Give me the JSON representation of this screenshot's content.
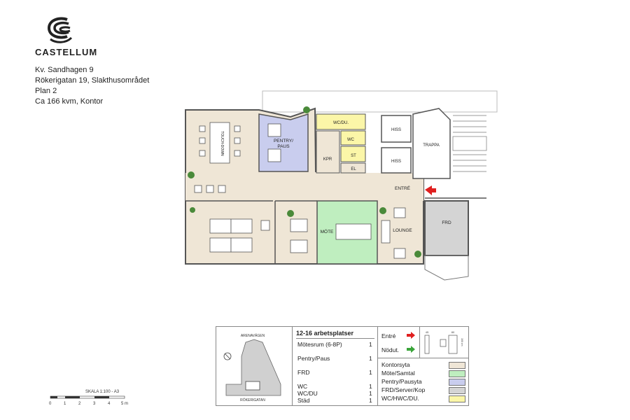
{
  "brand": {
    "name": "CASTELLUM"
  },
  "address": {
    "line1": "Kv. Sandhagen 9",
    "line2": "Rökerigatan 19, Slakthusområdet",
    "line3": "Plan 2",
    "line4": "Ca 166 kvm, Kontor"
  },
  "rooms": {
    "pentry": "PENTRY/\nPAUS",
    "pentry_l1": "PENTRY/",
    "pentry_l2": "PAUS",
    "wc_du": "WC/DU.",
    "wc": "WC",
    "st": "ST",
    "el": "EL",
    "kpr": "KPR",
    "hiss1": "HISS",
    "hiss2": "HISS",
    "trappa": "TRAPPA",
    "entre": "ENTRÉ",
    "frd": "FRD",
    "mote": "MÖTE",
    "lounge": "LOUNGE",
    "touchdown": "TOUCH-DOWN"
  },
  "colors": {
    "kontorsyta": "#efe6d6",
    "mote": "#bfeebf",
    "pentry": "#c9cdee",
    "frd": "#d4d4d4",
    "wc": "#fbf6a8",
    "entry_arrow": "#e02020",
    "exit_arrow": "#3aa53a"
  },
  "legend": {
    "workplaces_title": "12-16 arbetsplatser",
    "counts": [
      {
        "label": "Mötesrum (6-8P)",
        "count": "1"
      },
      {
        "label": "Pentry/Paus",
        "count": "1"
      },
      {
        "label": "FRD",
        "count": "1"
      },
      {
        "label": "WC",
        "count": "1"
      },
      {
        "label": "WC/DU",
        "count": "1"
      },
      {
        "label": "Städ",
        "count": "1"
      }
    ],
    "entry_label": "Entré",
    "exit_label": "Nödut.",
    "areas": [
      {
        "label": "Kontorsyta",
        "color": "#efe6d6"
      },
      {
        "label": "Möte/Samtal",
        "color": "#bfeebf"
      },
      {
        "label": "Pentry/Pausyta",
        "color": "#c9cdee"
      },
      {
        "label": "FRD/Server/Kop",
        "color": "#d4d4d4"
      },
      {
        "label": "WC/HWC/DU.",
        "color": "#fbf6a8"
      }
    ],
    "mini_dims": [
      "45",
      "80",
      "160 cm"
    ]
  },
  "keyplan": {
    "north_street": "ARENAVÄGEN",
    "south_street": "RÖKERIGATAN"
  },
  "scale": {
    "title": "SKALA 1:100 - A3",
    "ticks": [
      "0",
      "1",
      "2",
      "3",
      "4",
      "5 m"
    ]
  }
}
